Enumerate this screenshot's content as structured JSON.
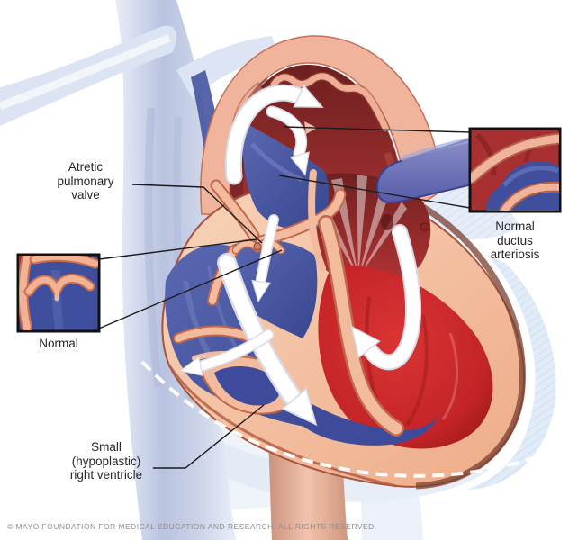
{
  "labels": {
    "atretic_pulmonary_valve": "Atretic\npulmonary\nvalve",
    "normal_valve": "Normal",
    "normal_ductus": "Normal\nductus\narteriosis",
    "small_right_ventricle": "Small\n(hypoplastic)\nright ventricle"
  },
  "footer": {
    "copyright": "© MAYO FOUNDATION FOR MEDICAL EDUCATION AND RESEARCH. ALL RIGHTS RESERVED."
  },
  "colors": {
    "label_text": "#2a2628",
    "copyright_text": "#8e8e8e",
    "leader_line": "#1c1c1c",
    "oxygenated_red": "#c32427",
    "deoxygenated_blue": "#4553a0",
    "heart_wall_peach": "#f4c3a4",
    "aorta_lumen_maroon": "#8a2a2a",
    "ductus_purple": "#6f74b8",
    "vein_pale_blue": "#c3cbe3",
    "flow_arrow_white": "#ffffff",
    "dashed_outline_white": "#ffffff"
  }
}
